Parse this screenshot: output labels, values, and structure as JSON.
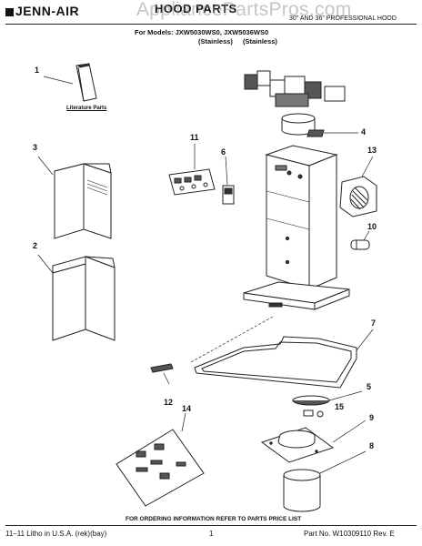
{
  "header": {
    "brand": "JENN-AIR",
    "title": "HOOD PARTS",
    "subtitle": "30\" AND 36\" PROFESSIONAL HOOD",
    "models": "For Models: JXW5030WS0, JXW5036WS0",
    "finish_1": "(Stainless)",
    "finish_2": "(Stainless)"
  },
  "watermark": "AppliancePartsPros.com",
  "callouts": [
    "1",
    "2",
    "3",
    "4",
    "5",
    "6",
    "7",
    "8",
    "9",
    "10",
    "11",
    "12",
    "13",
    "14",
    "15"
  ],
  "literature_label": "Literature Parts",
  "footer": {
    "ordering_note": "FOR ORDERING INFORMATION REFER TO PARTS PRICE LIST",
    "litho": "11–11 Litho in U.S.A. (rek)(bay)",
    "page": "1",
    "part_no": "Part No. W10309110 Rev. E"
  }
}
